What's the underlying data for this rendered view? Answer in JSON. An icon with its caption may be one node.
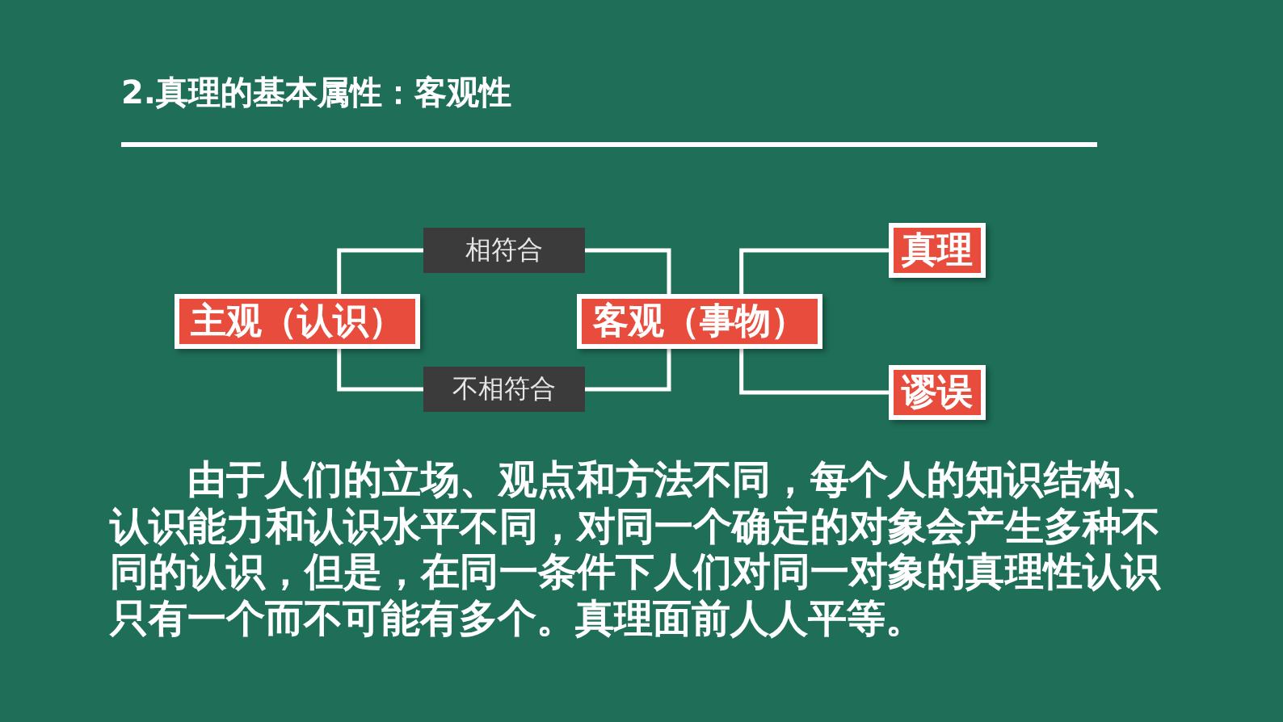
{
  "diagram": {
    "title": "2.真理的基本属性：客观性",
    "nodes": [
      {
        "text": [
          "主观（认识）"
        ]
      },
      {
        "text": [
          "客观（事物）"
        ]
      },
      {
        "text": [
          "真理"
        ]
      },
      {
        "text": [
          "谬误"
        ]
      }
    ],
    "edges": [
      {
        "from": 0,
        "to": 1,
        "arrow": "none",
        "label": "相符合"
      },
      {
        "from": 0,
        "to": 1,
        "arrow": "none",
        "label": "不相符合"
      },
      {
        "from": 1,
        "to": 2,
        "arrow": "none"
      },
      {
        "from": 1,
        "to": 3,
        "arrow": "none"
      }
    ],
    "labels": [
      "由于人们的立场、观点和方法不同，每个人的知识结构、认识能力和认识水平不同，对同一个确定的对象会产生多种不同的认识，但是，在同一条件下人们对同一对象的真理性认识只有一个而不可能有多个。真理面前人人平等。"
    ]
  }
}
